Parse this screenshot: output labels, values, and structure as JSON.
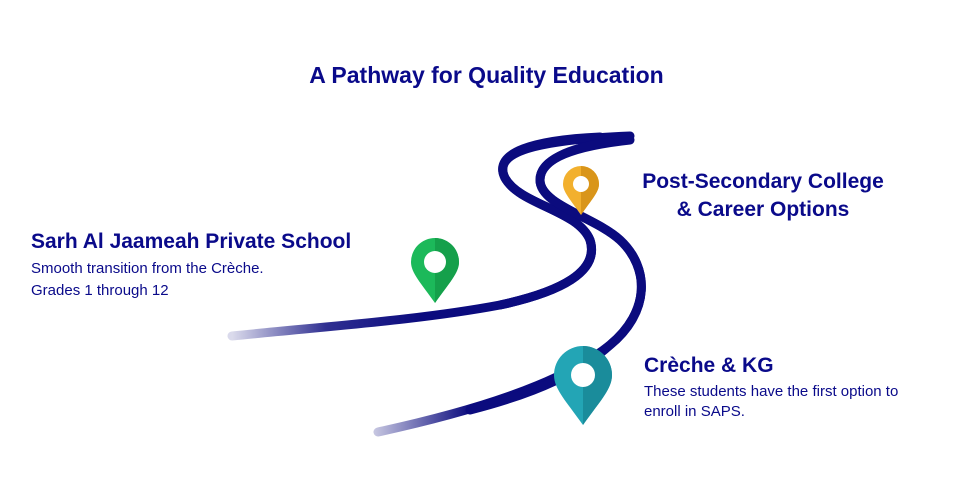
{
  "title": "A Pathway for Quality Education",
  "colors": {
    "text": "#0a0a8a",
    "road": "#0b0b7e",
    "pin_orange": "#f2b02e",
    "pin_green": "#1cb95a",
    "pin_teal": "#23a5b5"
  },
  "blocks": {
    "post_secondary": {
      "line1": "Post-Secondary College",
      "line2": "& Career Options",
      "icon": "map-pin-icon"
    },
    "school": {
      "heading": "Sarh Al Jaameah Private School",
      "line1": "Smooth transition from the Crèche.",
      "line2": "Grades 1 through 12",
      "icon": "map-pin-icon"
    },
    "creche": {
      "heading": "Crèche & KG",
      "line1": "These students have the first option to",
      "line2": "enroll in SAPS.",
      "icon": "map-pin-icon"
    }
  }
}
